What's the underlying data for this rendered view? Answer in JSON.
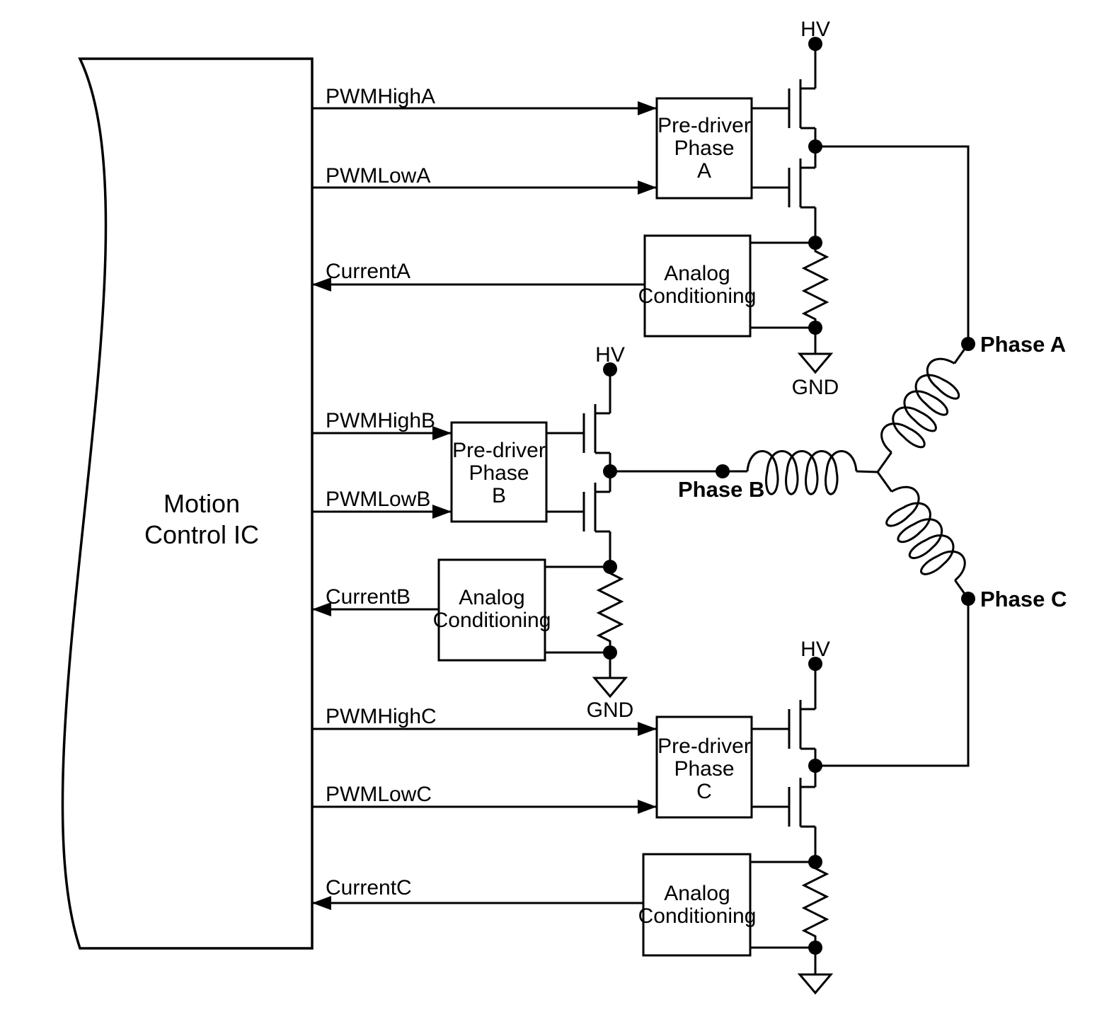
{
  "ic": {
    "title": "Motion Control IC",
    "line1": "Motion",
    "line2": "Control IC"
  },
  "signals": {
    "pwm_high_a": "PWMHighA",
    "pwm_low_a": "PWMLowA",
    "current_a": "CurrentA",
    "pwm_high_b": "PWMHighB",
    "pwm_low_b": "PWMLowB",
    "current_b": "CurrentB",
    "pwm_high_c": "PWMHighC",
    "pwm_low_c": "PWMLowC",
    "current_c": "CurrentC"
  },
  "blocks": {
    "predriver_a": {
      "line1": "Pre-driver",
      "line2": "Phase",
      "line3": "A"
    },
    "predriver_b": {
      "line1": "Pre-driver",
      "line2": "Phase",
      "line3": "B"
    },
    "predriver_c": {
      "line1": "Pre-driver",
      "line2": "Phase",
      "line3": "C"
    },
    "analog": {
      "line1": "Analog",
      "line2": "Conditioning"
    }
  },
  "power": {
    "hv": "HV",
    "gnd": "GND"
  },
  "phases": {
    "a": "Phase A",
    "b": "Phase B",
    "c": "Phase C"
  },
  "colors": {
    "line": "#000000",
    "background": "#ffffff"
  }
}
